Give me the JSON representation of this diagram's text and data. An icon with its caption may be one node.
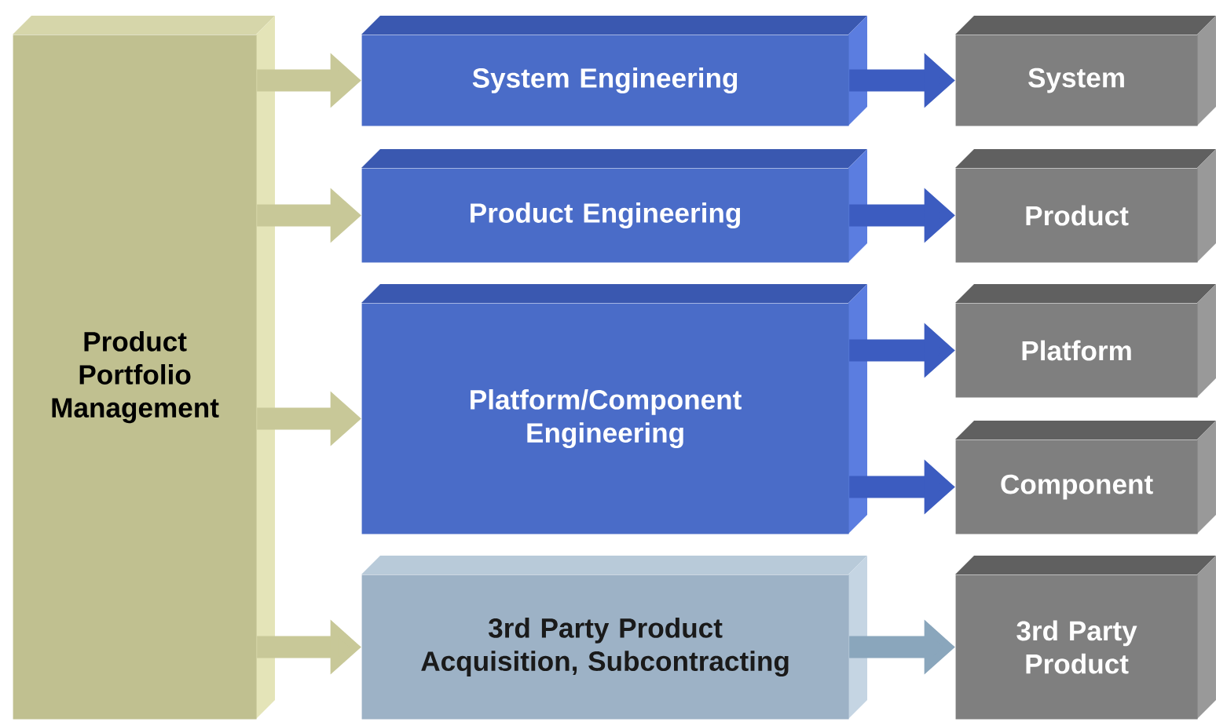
{
  "diagram": {
    "nodes": [
      {
        "text": [
          "Product Portfolio Management"
        ]
      },
      {
        "text": [
          "System Engineering"
        ]
      },
      {
        "text": [
          "Product Engineering"
        ]
      },
      {
        "text": [
          "Platform/Component Engineering"
        ]
      },
      {
        "text": [
          "3rd Party Product Acquisition, Subcontracting"
        ]
      },
      {
        "text": [
          "System"
        ]
      },
      {
        "text": [
          "Product"
        ]
      },
      {
        "text": [
          "Platform"
        ]
      },
      {
        "text": [
          "Component"
        ]
      },
      {
        "text": [
          "3rd Party Product"
        ]
      }
    ],
    "edges": [
      {
        "from": 0,
        "to": 1,
        "arrow": "to",
        "color": "#c8c898"
      },
      {
        "from": 0,
        "to": 2,
        "arrow": "to",
        "color": "#c8c898"
      },
      {
        "from": 0,
        "to": 3,
        "arrow": "to",
        "color": "#c8c898"
      },
      {
        "from": 0,
        "to": 4,
        "arrow": "to",
        "color": "#c8c898"
      },
      {
        "from": 1,
        "to": 5,
        "arrow": "to",
        "color": "#3c5cc0"
      },
      {
        "from": 2,
        "to": 6,
        "arrow": "to",
        "color": "#3c5cc0"
      },
      {
        "from": 3,
        "to": 7,
        "arrow": "to",
        "color": "#3c5cc0"
      },
      {
        "from": 3,
        "to": 8,
        "arrow": "to",
        "color": "#3c5cc0"
      },
      {
        "from": 4,
        "to": 9,
        "arrow": "to",
        "color": "#8aa6bc"
      }
    ]
  }
}
